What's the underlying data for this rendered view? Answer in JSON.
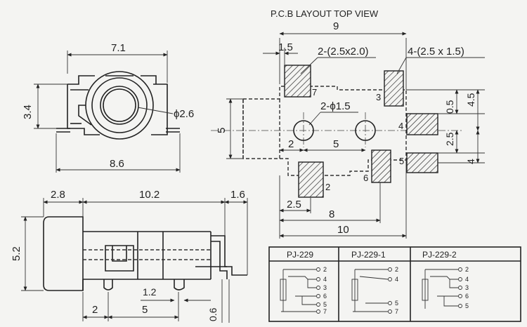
{
  "title": "P.C.B LAYOUT   TOP VIEW",
  "front_view": {
    "dim_width": "7.1",
    "dim_height": "3.4",
    "dim_hole": "ϕ2.6",
    "dim_base": "8.6"
  },
  "side_view": {
    "dim_front": "2.8",
    "dim_body": "10.2",
    "dim_tail": "1.6",
    "dim_height": "5.2",
    "dim_1_2": "1.2",
    "dim_2": "2",
    "dim_5": "5",
    "dim_0_6": "0.6"
  },
  "pcb": {
    "dim_total_width": "9",
    "dim_1_5": "1.5",
    "pad_note_a": "2-(2.5x2.0)",
    "pad_note_b": "4-(2.5 x 1.5)",
    "hole_note": "2-ϕ1.5",
    "dim_height": "5",
    "dim_hole_offset": "2",
    "dim_hole_spacing": "5",
    "dim_pad_2_5": "2.5",
    "dim_8": "8",
    "dim_10": "10",
    "dim_0_5": "0.5",
    "dim_4_5": "4.5",
    "dim_right_2_5": "2.5",
    "dim_4": "4",
    "pad_labels": [
      "7",
      "3",
      "4",
      "2",
      "6",
      "5"
    ]
  },
  "schematic_table": {
    "headers": [
      "PJ-229",
      "PJ-229-1",
      "PJ-229-2"
    ],
    "pins": [
      [
        "2",
        "4",
        "3",
        "6",
        "5",
        "7"
      ],
      [
        "2",
        "4",
        "5",
        "7"
      ],
      [
        "2",
        "4",
        "3",
        "6",
        "5"
      ]
    ]
  }
}
